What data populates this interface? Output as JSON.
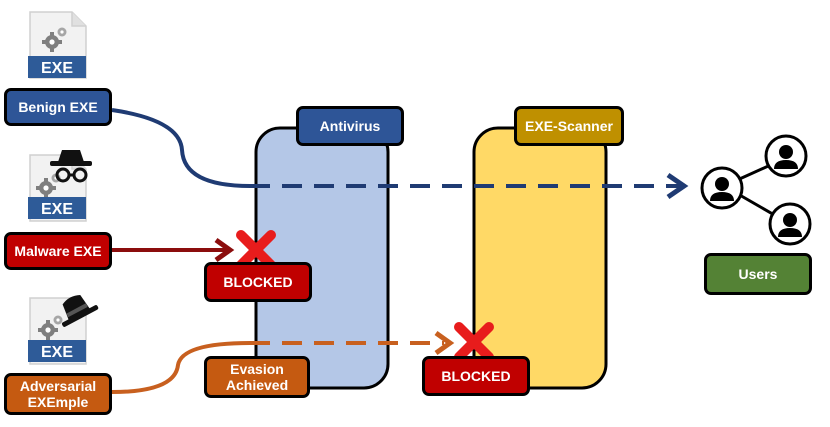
{
  "inputs": {
    "benign": {
      "file_tag": "EXE",
      "label": "Benign EXE"
    },
    "malware": {
      "file_tag": "EXE",
      "label": "Malware EXE"
    },
    "adversarial": {
      "file_tag": "EXE",
      "label_line1": "Adversarial",
      "label_line2": "EXEmple"
    }
  },
  "stages": {
    "antivirus": {
      "label": "Antivirus"
    },
    "scanner": {
      "label": "EXE-Scanner"
    }
  },
  "results": {
    "blocked_antivirus": "BLOCKED",
    "blocked_scanner": "BLOCKED",
    "evasion_line1": "Evasion",
    "evasion_line2": "Achieved"
  },
  "users": {
    "label": "Users"
  },
  "colors": {
    "benign": "#1f3b73",
    "malware": "#8b0d0d",
    "adversarial": "#c8601f",
    "antivirus_fill": "#b4c7e7",
    "scanner_fill": "#ffd966",
    "blocked": "#c00000",
    "users": "#548235",
    "file_tag": "#2e5b98"
  },
  "icons": [
    "file-icon",
    "gear-icon",
    "spy-icon",
    "black-hat-icon",
    "red-x-icon",
    "user-icon",
    "arrow-icon"
  ]
}
